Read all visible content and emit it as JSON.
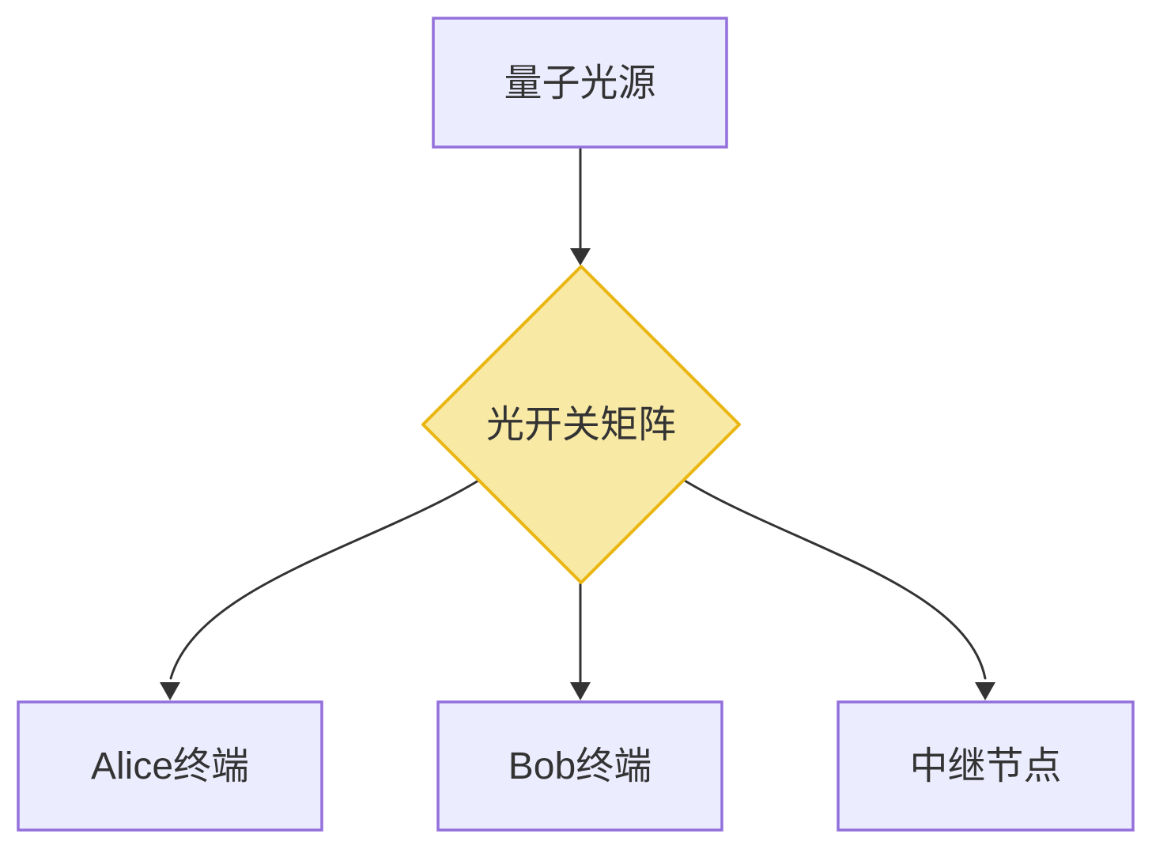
{
  "diagram": {
    "type": "flowchart-top-down",
    "background": "#ffffff",
    "nodes": [
      {
        "id": "quantum-source",
        "label": "量子光源",
        "shape": "rectangle"
      },
      {
        "id": "optical-switch-matrix",
        "label": "光开关矩阵",
        "shape": "diamond"
      },
      {
        "id": "alice-terminal",
        "label": "Alice终端",
        "shape": "rectangle"
      },
      {
        "id": "bob-terminal",
        "label": "Bob终端",
        "shape": "rectangle"
      },
      {
        "id": "relay-node",
        "label": "中继节点",
        "shape": "rectangle"
      }
    ],
    "edges": [
      {
        "from": "quantum-source",
        "to": "optical-switch-matrix"
      },
      {
        "from": "optical-switch-matrix",
        "to": "alice-terminal"
      },
      {
        "from": "optical-switch-matrix",
        "to": "bob-terminal"
      },
      {
        "from": "optical-switch-matrix",
        "to": "relay-node"
      }
    ],
    "colors": {
      "node_fill": "#ECECFF",
      "node_border": "#9370DB",
      "decision_fill": "#F8E9A5",
      "decision_border": "#EAB611",
      "edge": "#333333",
      "text": "#333333"
    }
  }
}
